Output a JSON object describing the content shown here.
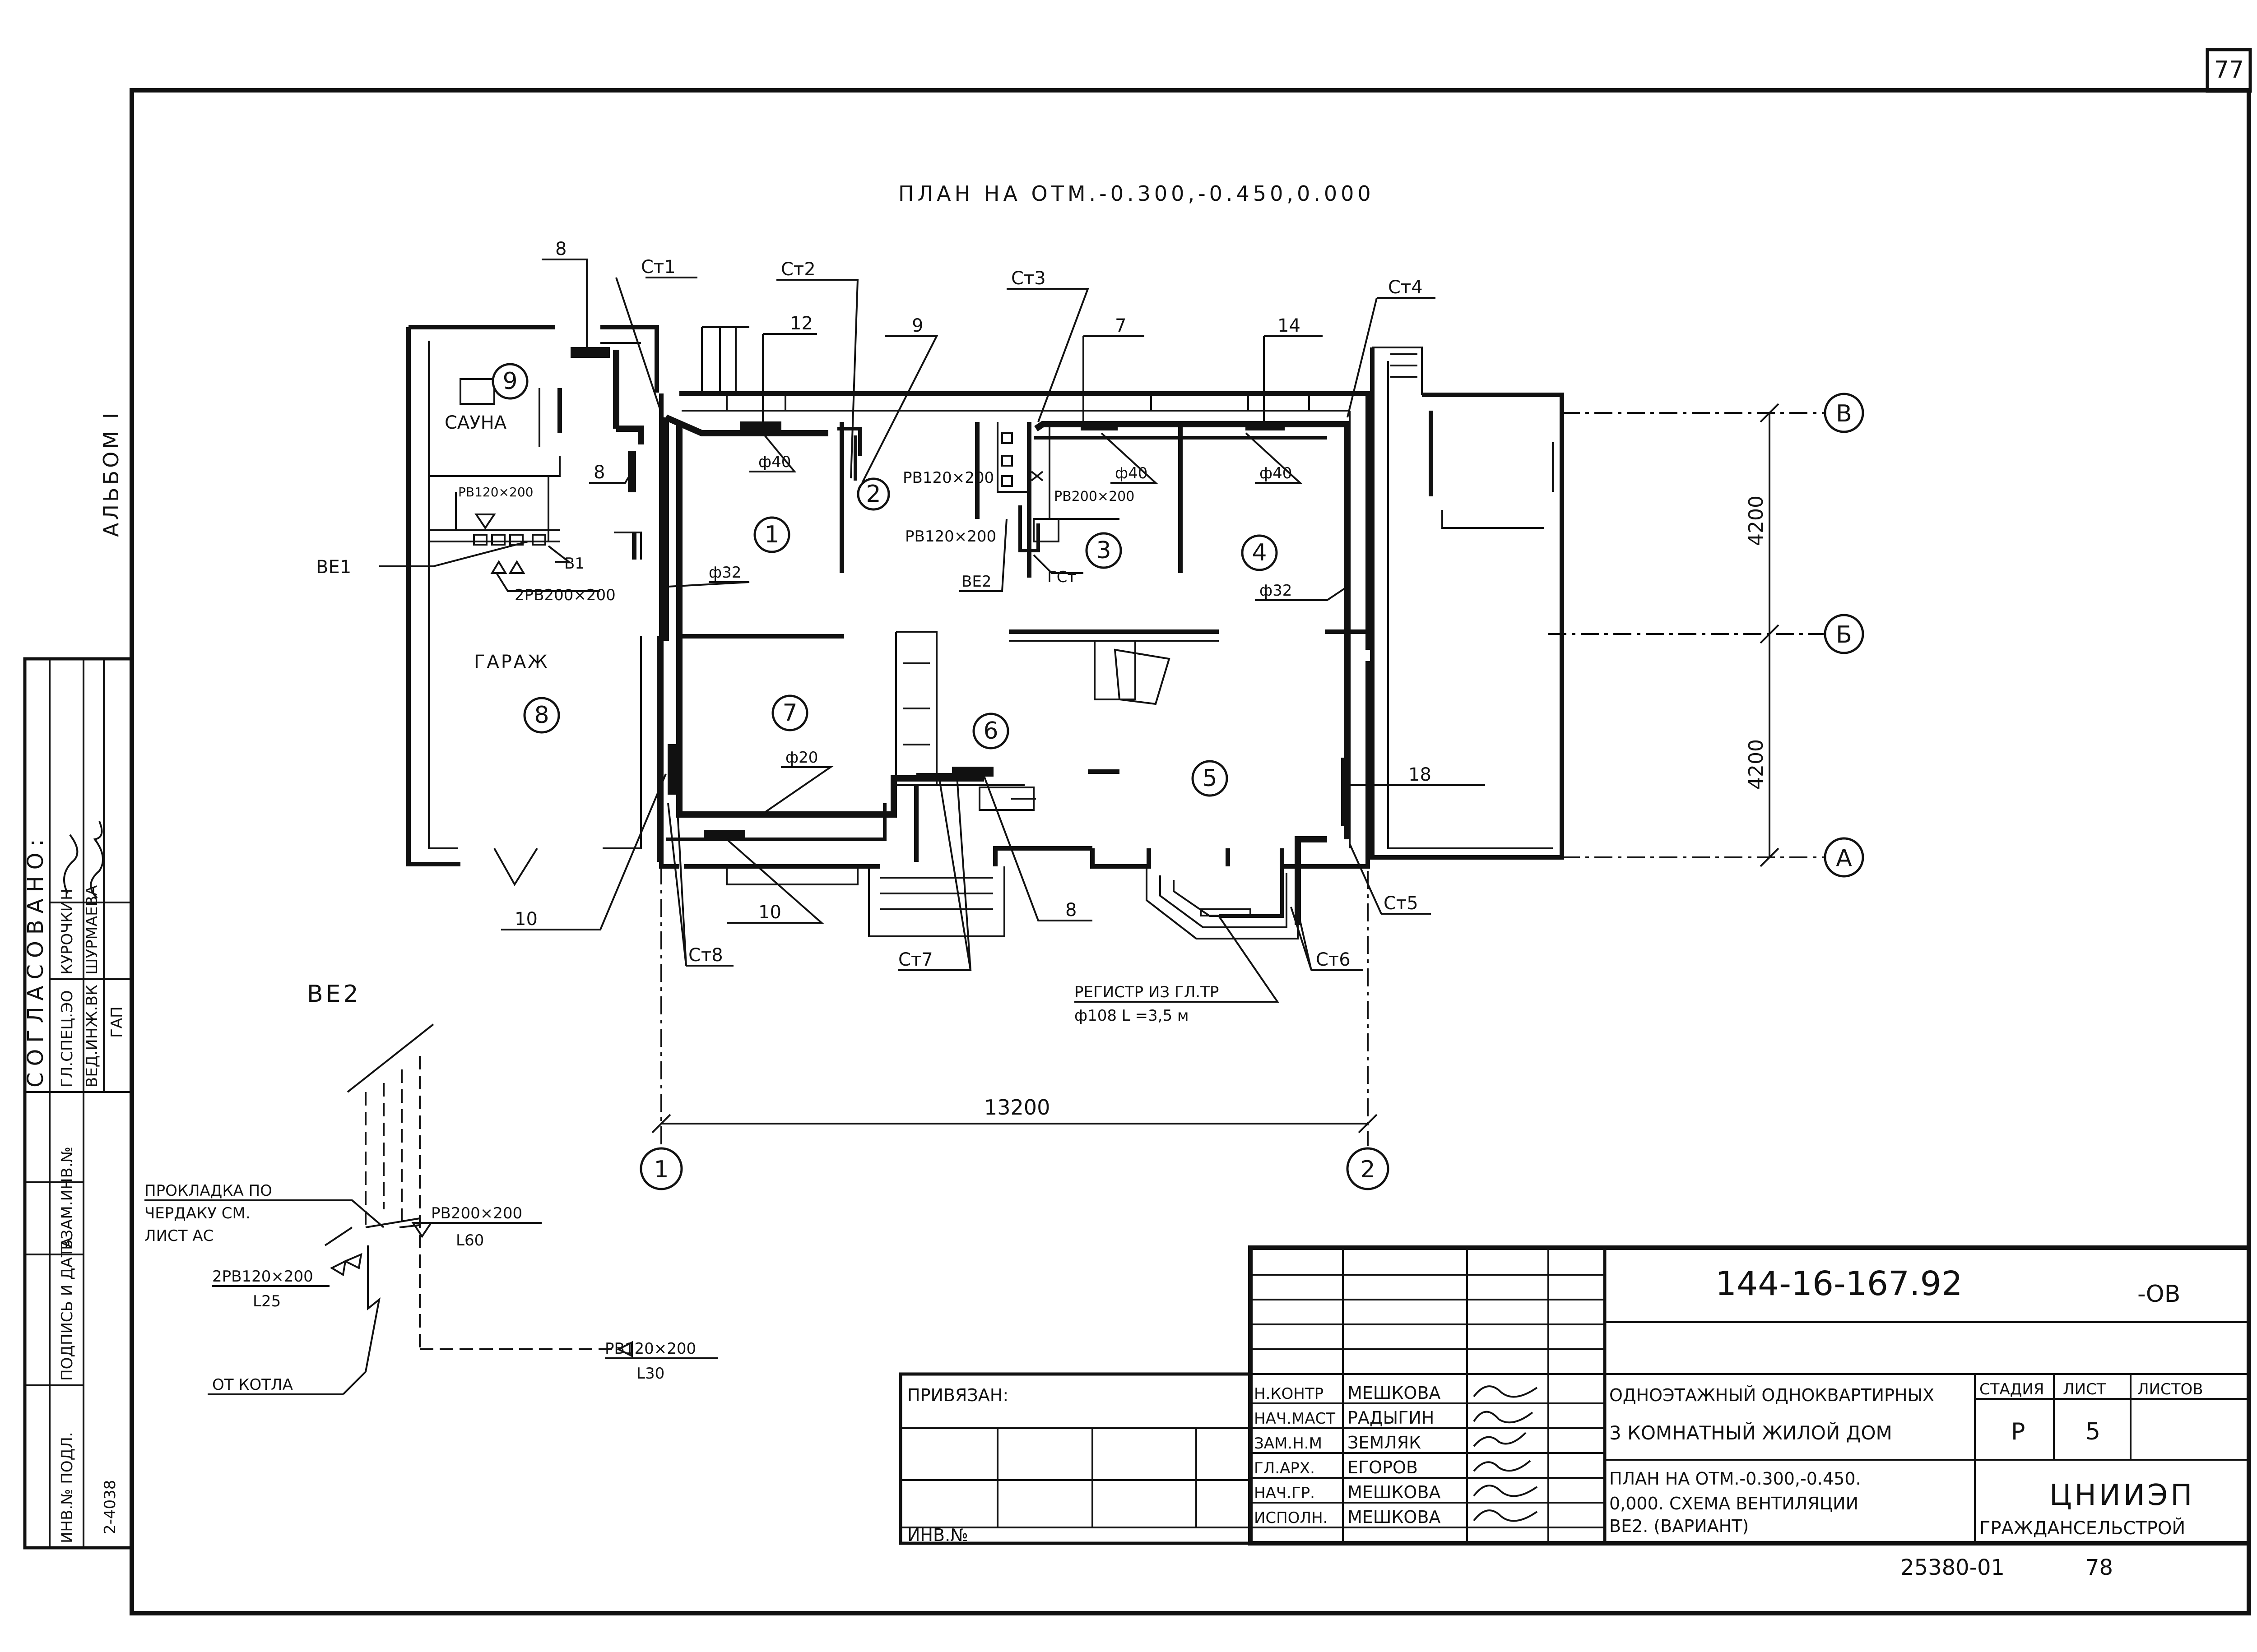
{
  "sheet_number": "77",
  "plan_title": "ПЛАН НА ОТМ.-0.300,-0.450,0.000",
  "album": "АЛЬБОМ I",
  "approval": {
    "heading": "СОГЛАСОВАНО:",
    "rows": [
      {
        "role": "ГЛ.СПЕЦ.ЭО",
        "name": "КУРОЧКИН"
      },
      {
        "role": "ВЕД.ИНЖ.ВК",
        "name": "ШУРМАЕВА"
      },
      {
        "role": "ГАП",
        "name": ""
      }
    ]
  },
  "side_stamp": [
    "ИНВ.№ ПОДЛ.",
    "ПОДПИСЬ И ДАТА",
    "ВЗАМ.ИНВ.№",
    "2-4038"
  ],
  "rooms": [
    {
      "id": "9",
      "name": "САУНА"
    },
    {
      "id": "8",
      "name": "ГАРАЖ"
    },
    {
      "id": "1",
      "name": ""
    },
    {
      "id": "2",
      "name": ""
    },
    {
      "id": "3",
      "name": ""
    },
    {
      "id": "4",
      "name": ""
    },
    {
      "id": "5",
      "name": ""
    },
    {
      "id": "6",
      "name": ""
    },
    {
      "id": "7",
      "name": ""
    }
  ],
  "risers": [
    "Ст1",
    "Ст2",
    "Ст3",
    "Ст4",
    "Ст5",
    "Ст6",
    "Ст8",
    "Ст7"
  ],
  "pipe_sizes": [
    "ф40",
    "ф40",
    "ф40",
    "ф32",
    "ф32",
    "ф20"
  ],
  "leaders": [
    "8",
    "12",
    "9",
    "7",
    "14",
    "8",
    "18",
    "10",
    "10",
    "8"
  ],
  "grilles": {
    "pv1": "РВ120×200",
    "pv2": "РВ120×200",
    "pv3": "РВ120×200",
    "pv4": "РВ200×200",
    "pv5": "2РВ200×200",
    "ve1": "ВЕ1",
    "v1": "В1",
    "ve2": "ВЕ2",
    "gst": "ГСт"
  },
  "register": {
    "line1": "РЕГИСТР ИЗ ГЛ.ТР",
    "line2": "ф108 L =3,5 м"
  },
  "axes": {
    "letters": [
      "В",
      "Б",
      "А"
    ],
    "numbers": [
      "1",
      "2"
    ],
    "dim_vertical": [
      "4200",
      "4200"
    ],
    "dim_horizontal": "13200"
  },
  "scheme": {
    "title": "ВЕ2",
    "note_lines": [
      "ПРОКЛАДКА ПО",
      "ЧЕРДАКУ СМ.",
      "ЛИСТ АС"
    ],
    "g1": "РВ200×200",
    "g1_l": "L60",
    "g2": "2РВ120×200",
    "g2_l": "L25",
    "g3": "РВ120×200",
    "g3_l": "L30",
    "from": "ОТ КОТЛА"
  },
  "title_block": {
    "code": "144-16-167.92",
    "suffix": "-ОВ",
    "linked": "ПРИВЯЗАН:",
    "inv": "ИНВ.№",
    "staff": [
      {
        "role": "Н.КОНТР",
        "name": "МЕШКОВА"
      },
      {
        "role": "НАЧ.МАСТ",
        "name": "РАДЫГИН"
      },
      {
        "role": "ЗАМ.Н.М",
        "name": "ЗЕМЛЯК"
      },
      {
        "role": "ГЛ.АРХ.",
        "name": "ЕГОРОВ"
      },
      {
        "role": "НАЧ.ГР.",
        "name": "МЕШКОВА"
      },
      {
        "role": "ИСПОЛН.",
        "name": "МЕШКОВА"
      }
    ],
    "project_line1": "ОДНОЭТАЖНЫЙ ОДНОКВАРТИРНЫХ",
    "project_line2": "3 КОМНАТНЫЙ ЖИЛОЙ ДОМ",
    "sheet_line1": "ПЛАН НА ОТМ.-0.300,-0.450.",
    "sheet_line2": "0,000. СХЕМА ВЕНТИЛЯЦИИ",
    "sheet_line3": "ВЕ2. (ВАРИАНТ)",
    "stage_label": "СТАДИЯ",
    "sheet_label": "ЛИСТ",
    "sheets_label": "ЛИСТОВ",
    "stage": "Р",
    "sheet": "5",
    "sheets": "",
    "org_line1": "ЦНИИЭП",
    "org_line2": "ГРАЖДАНСЕЛЬСТРОЙ",
    "archive": "25380-01",
    "page": "78"
  }
}
